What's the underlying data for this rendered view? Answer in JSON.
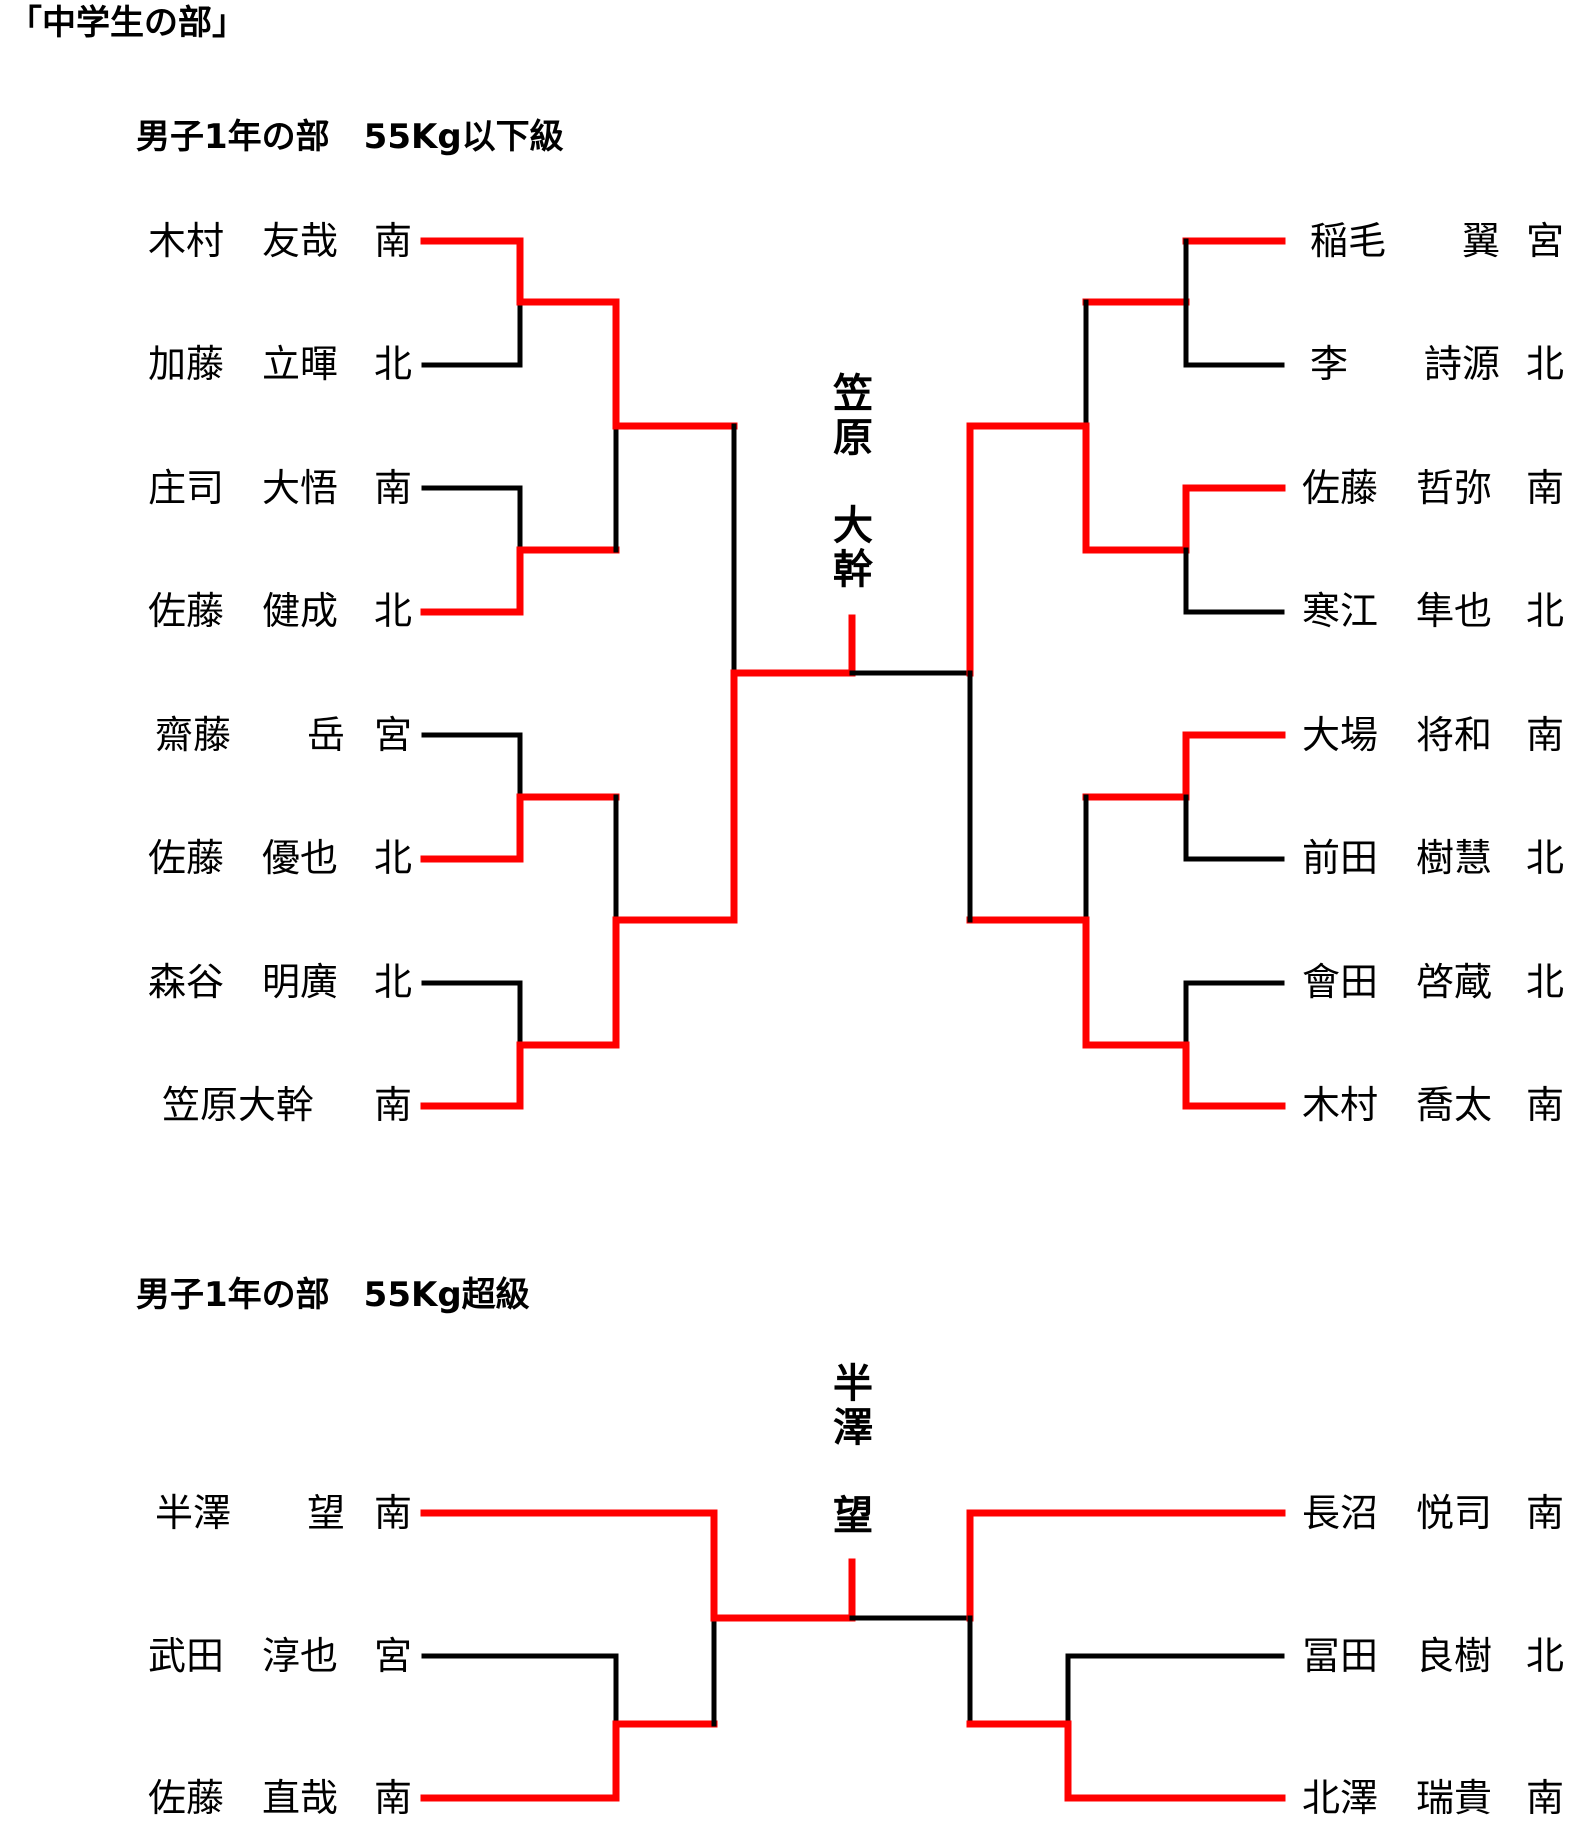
{
  "page_title": "「中学生の部」",
  "colors": {
    "win": "#ff0000",
    "lose": "#000000"
  },
  "brackets": [
    {
      "title": "男子1年の部　55Kg以下級",
      "champion": "笠原　大幹",
      "left": [
        {
          "name": "木村　友哉",
          "school": "南",
          "win": true
        },
        {
          "name": "加藤　立暉",
          "school": "北",
          "win": false
        },
        {
          "name": "庄司　大悟",
          "school": "南",
          "win": false
        },
        {
          "name": "佐藤　健成",
          "school": "北",
          "win": true
        },
        {
          "name": "齋藤　　岳",
          "school": "宮",
          "win": false
        },
        {
          "name": "佐藤　優也",
          "school": "北",
          "win": true
        },
        {
          "name": "森谷　明廣",
          "school": "北",
          "win": false
        },
        {
          "name": "笠原大幹",
          "school": "南",
          "win": true
        }
      ],
      "right": [
        {
          "name": "稲毛　　翼",
          "school": "宮",
          "win": true
        },
        {
          "name": "李　　詩源",
          "school": "北",
          "win": false
        },
        {
          "name": "佐藤　哲弥",
          "school": "南",
          "win": true
        },
        {
          "name": "寒江　隼也",
          "school": "北",
          "win": false
        },
        {
          "name": "大場　将和",
          "school": "南",
          "win": true
        },
        {
          "name": "前田　樹慧",
          "school": "北",
          "win": false
        },
        {
          "name": "會田　啓蔵",
          "school": "北",
          "win": false
        },
        {
          "name": "木村　喬太",
          "school": "南",
          "win": true
        }
      ]
    },
    {
      "title": "男子1年の部　55Kg超級",
      "champion": "半澤　望",
      "left": [
        {
          "name": "半澤　　望",
          "school": "南",
          "win": true
        },
        {
          "name": "武田　淳也",
          "school": "宮",
          "win": false
        },
        {
          "name": "佐藤　直哉",
          "school": "南",
          "win": true
        }
      ],
      "right": [
        {
          "name": "長沼　悦司",
          "school": "南",
          "win": true
        },
        {
          "name": "冨田　良樹",
          "school": "北",
          "win": false
        },
        {
          "name": "北澤　瑞貴",
          "school": "南",
          "win": true
        }
      ]
    }
  ]
}
